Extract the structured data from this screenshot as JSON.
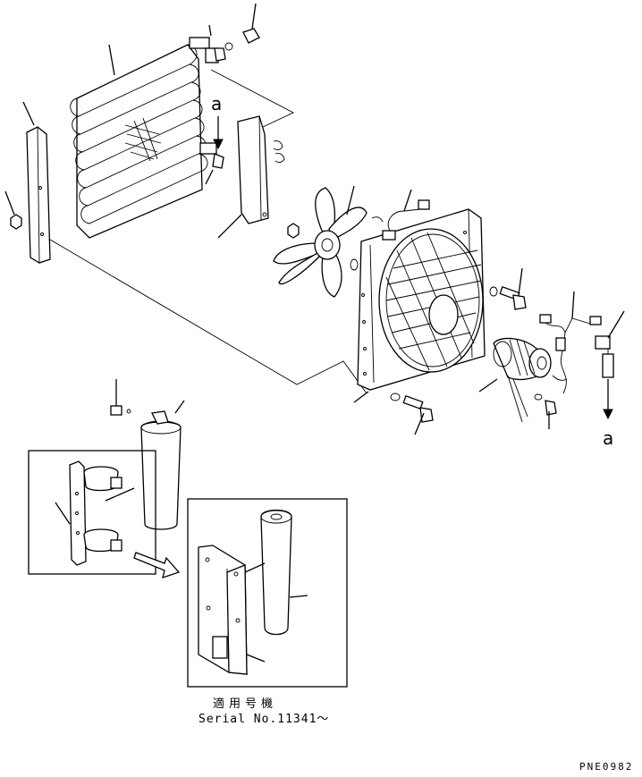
{
  "labels": {
    "arrow_top": "a",
    "arrow_bottom": "a",
    "serial_heading": "適用号機",
    "serial_number": "Serial No.11341～",
    "drawing_code": "PNE0982"
  }
}
